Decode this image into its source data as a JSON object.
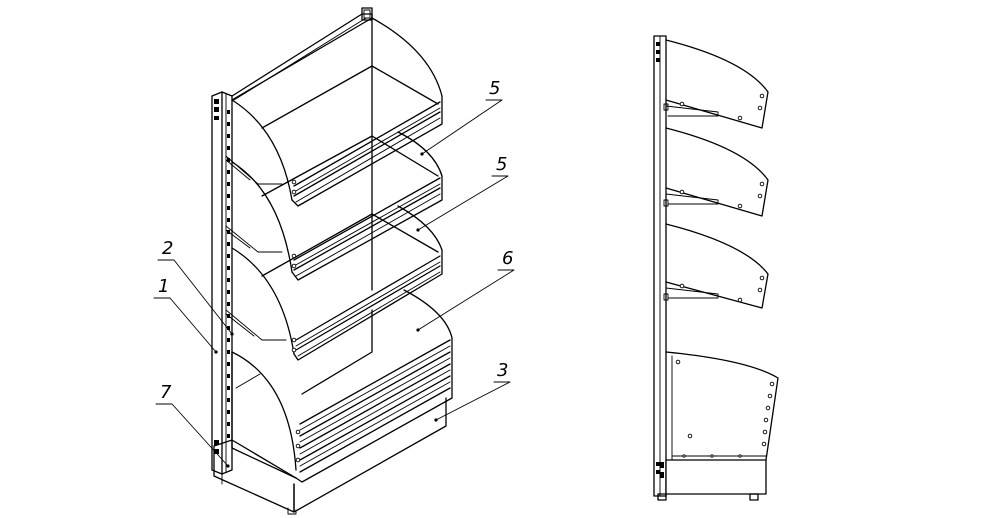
{
  "callouts": [
    {
      "id": "callout-5a",
      "label": "5"
    },
    {
      "id": "callout-5b",
      "label": "5"
    },
    {
      "id": "callout-6",
      "label": "6"
    },
    {
      "id": "callout-2",
      "label": "2"
    },
    {
      "id": "callout-1",
      "label": "1"
    },
    {
      "id": "callout-3",
      "label": "3"
    },
    {
      "id": "callout-7",
      "label": "7"
    }
  ],
  "colors": {
    "line": "#000000",
    "background": "#ffffff"
  }
}
